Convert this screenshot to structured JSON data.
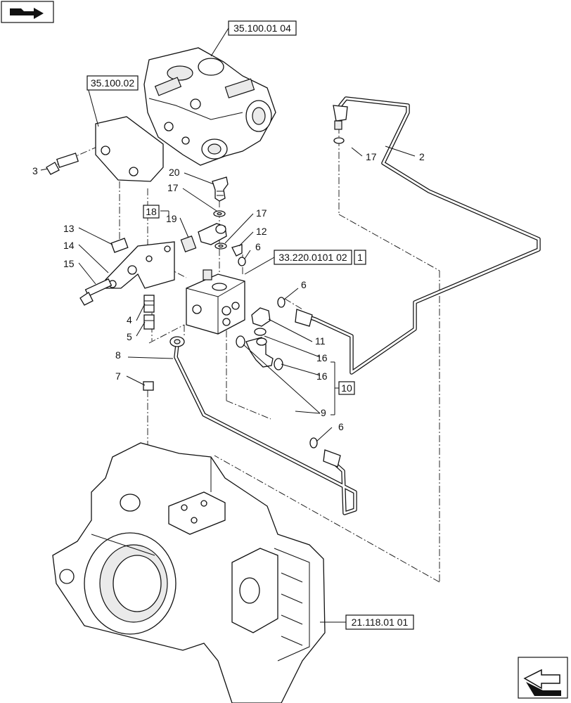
{
  "refs": {
    "valve_ref": "35.100.01 04",
    "plate_ref": "35.100.02",
    "block_ref": "33.220.0101 02",
    "housing_ref": "21.118.01 01"
  },
  "boxed_items": {
    "item_18": "18",
    "item_1": "1",
    "item_10": "10"
  },
  "callouts": {
    "n2": "2",
    "n3": "3",
    "n4": "4",
    "n5": "5",
    "n6a": "6",
    "n6b": "6",
    "n6c": "6",
    "n7": "7",
    "n8": "8",
    "n9": "9",
    "n11": "11",
    "n12": "12",
    "n13": "13",
    "n14": "14",
    "n15": "15",
    "n16a": "16",
    "n16b": "16",
    "n17a": "17",
    "n17b": "17",
    "n17c": "17",
    "n19": "19",
    "n20": "20"
  },
  "icons": {
    "top_left": "book-arrow-icon",
    "bottom_right": "next-page-arrow-icon"
  }
}
